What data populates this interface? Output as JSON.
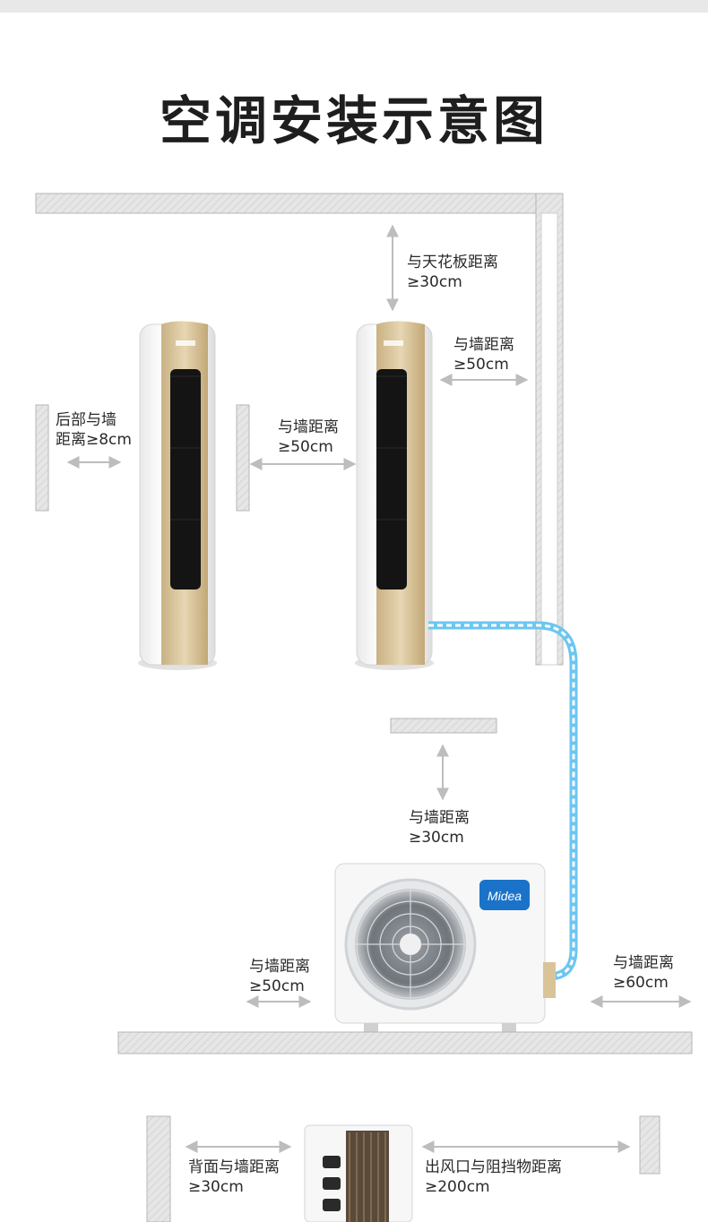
{
  "title": "空调安装示意图",
  "labels": {
    "ceiling": {
      "line1": "与天花板距离",
      "line2": "≥30cm"
    },
    "side_wall_right": {
      "line1": "与墙距离",
      "line2": "≥50cm"
    },
    "rear_wall": {
      "line1": "后部与墙",
      "line2": "距离≥8cm"
    },
    "between_units": {
      "line1": "与墙距离",
      "line2": "≥50cm"
    },
    "outdoor_top": {
      "line1": "与墙距离",
      "line2": "≥30cm"
    },
    "outdoor_left": {
      "line1": "与墙距离",
      "line2": "≥50cm"
    },
    "outdoor_right": {
      "line1": "与墙距离",
      "line2": "≥60cm"
    },
    "back_wall": {
      "line1": "背面与墙距离",
      "line2": "≥30cm"
    },
    "outlet": {
      "line1": "出风口与阻挡物距离",
      "line2": "≥200cm"
    }
  },
  "brand": "Midea",
  "colors": {
    "wall_fill": "#e4e4e4",
    "wall_edge": "#b5b5b5",
    "arrow": "#bdbdbd",
    "pipe": "#6cc6f0",
    "unit_gold": "#d9c49a",
    "brand_blue": "#1a73c8"
  }
}
